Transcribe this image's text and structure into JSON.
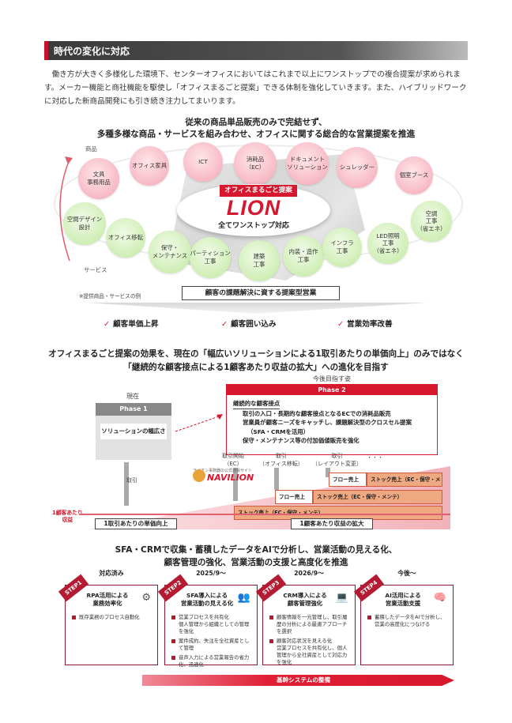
{
  "header": {
    "title": "時代の変化に対応"
  },
  "intro": "働き方が大きく多様化した環境下、センターオフィスにおいてはこれまで以上にワンストップでの複合提案が求められます。メーカー機能と商社機能を駆使し「オフィスまるごと提案」できる体制を強化していきます。また、ハイブリッドワークに対応した新商品開発にも引き続き注力してまいります。",
  "section1": {
    "line1": "従来の商品単品販売のみで完結せず、",
    "line2": "多種多様な商品・サービスを組み合わせ、オフィスに関する総合的な営業提案を推進",
    "axis_top": "商品",
    "axis_bottom": "サービス",
    "note": "※提供商品・サービスの例",
    "center_tag": "オフィスまるごと提案",
    "logo": "LION",
    "center_sub": "全てワンストップ対応",
    "bubbles_pink": [
      "文具\n事務用品",
      "オフィス家具",
      "ICT",
      "消耗品\n（EC）",
      "ドキュメント\nソリューション",
      "シュレッダー",
      "個室ブース"
    ],
    "bubbles_green": [
      "空間デザイン\n設計",
      "オフィス移転",
      "保守・\nメンテナンス",
      "パーティション\n工事",
      "建築\n工事",
      "内装・造作\n工事",
      "インフラ\n工事",
      "LED照明\n工事\n（省エネ）",
      "空調\n工事\n（省エネ）"
    ],
    "banner": "顧客の課題解決に資する提案型営業",
    "checks": [
      "顧客単価上昇",
      "顧客囲い込み",
      "営業効率改善"
    ]
  },
  "section2": {
    "line1": "オフィスまるごと提案の効果を、現在の「幅広いソリューションによる1取引あたりの単価向上」のみではなく",
    "line2": "「継続的な顧客接点による1顧客あたり収益の拡大」への進化を目指す",
    "now_label": "現在",
    "future_label": "今後目指す姿",
    "phase1": {
      "title": "Phase 1",
      "content": "ソリューションの幅広さ"
    },
    "phase2": {
      "title": "Phase 2",
      "heading": "継続的な顧客接点",
      "items": [
        "取引の入口・長期的な顧客接点となるECでの消耗品販売",
        "営業員が顧客ニーズをキャッチし、課題解決型のクロスセル提案",
        "（SFA・CRMを活用）",
        "保守・メンテナンス等の付加価値販売を強化"
      ]
    },
    "trade_label": "取引",
    "trade_ec": "取引開始\n（EC）",
    "trade_move": "取引\n（オフィス移転）",
    "trade_layout": "取引\n（レイアウト変更）",
    "dots": "・・・",
    "navilion_small": "ライオン事務器の公式通販サイト",
    "navilion": "NAVILION",
    "flow": "フロー売上",
    "stock_short": "ストック売上（EC・保守・メンテ）",
    "stock_long": "ストック売上（EC・保守・メンテ）",
    "y_label": "1顧客あたり\n収益",
    "foot_left": "1取引あたりの単価向上",
    "foot_right": "1顧客あたり収益の拡大"
  },
  "section3": {
    "line1": "SFA・CRMで収集・蓄積したデータをAIで分析し、営業活動の見える化、",
    "line2": "顧客管理の強化、営業活動の支援と高度化を推進",
    "steps": [
      {
        "when": "対応済み",
        "rib": "STEP1",
        "title": "RPA活用による\n業務効率化",
        "icon": "⚙",
        "items": [
          "既存業務のプロセス自動化"
        ]
      },
      {
        "when": "2025/9～",
        "rib": "STEP2",
        "title": "SFA導入による\n営業活動の見える化",
        "icon": "👥",
        "items": [
          "営業プロセスを共有化\n個人管理から組織としての管理を強化",
          "案件成約、失注を全社資産として管理",
          "音声入力による営業報告の省力化、迅速化"
        ]
      },
      {
        "when": "2026/9～",
        "rib": "STEP3",
        "title": "CRM導入による\n顧客管理強化",
        "icon": "💻",
        "items": [
          "顧客情報を一元管理し、取引履歴の分析による最適アプローチを選択",
          "顧客対応状況を見える化\n営業プロセスを共有化し、個人管理から全社資産として対応力を強化"
        ]
      },
      {
        "when": "今後～",
        "rib": "STEP4",
        "title": "AI活用による\n営業活動支援",
        "icon": "🧠",
        "items": [
          "蓄積したデータをAIで分析し、営業の高度化につなげる"
        ]
      }
    ],
    "arrow": "基幹システムの整備"
  }
}
